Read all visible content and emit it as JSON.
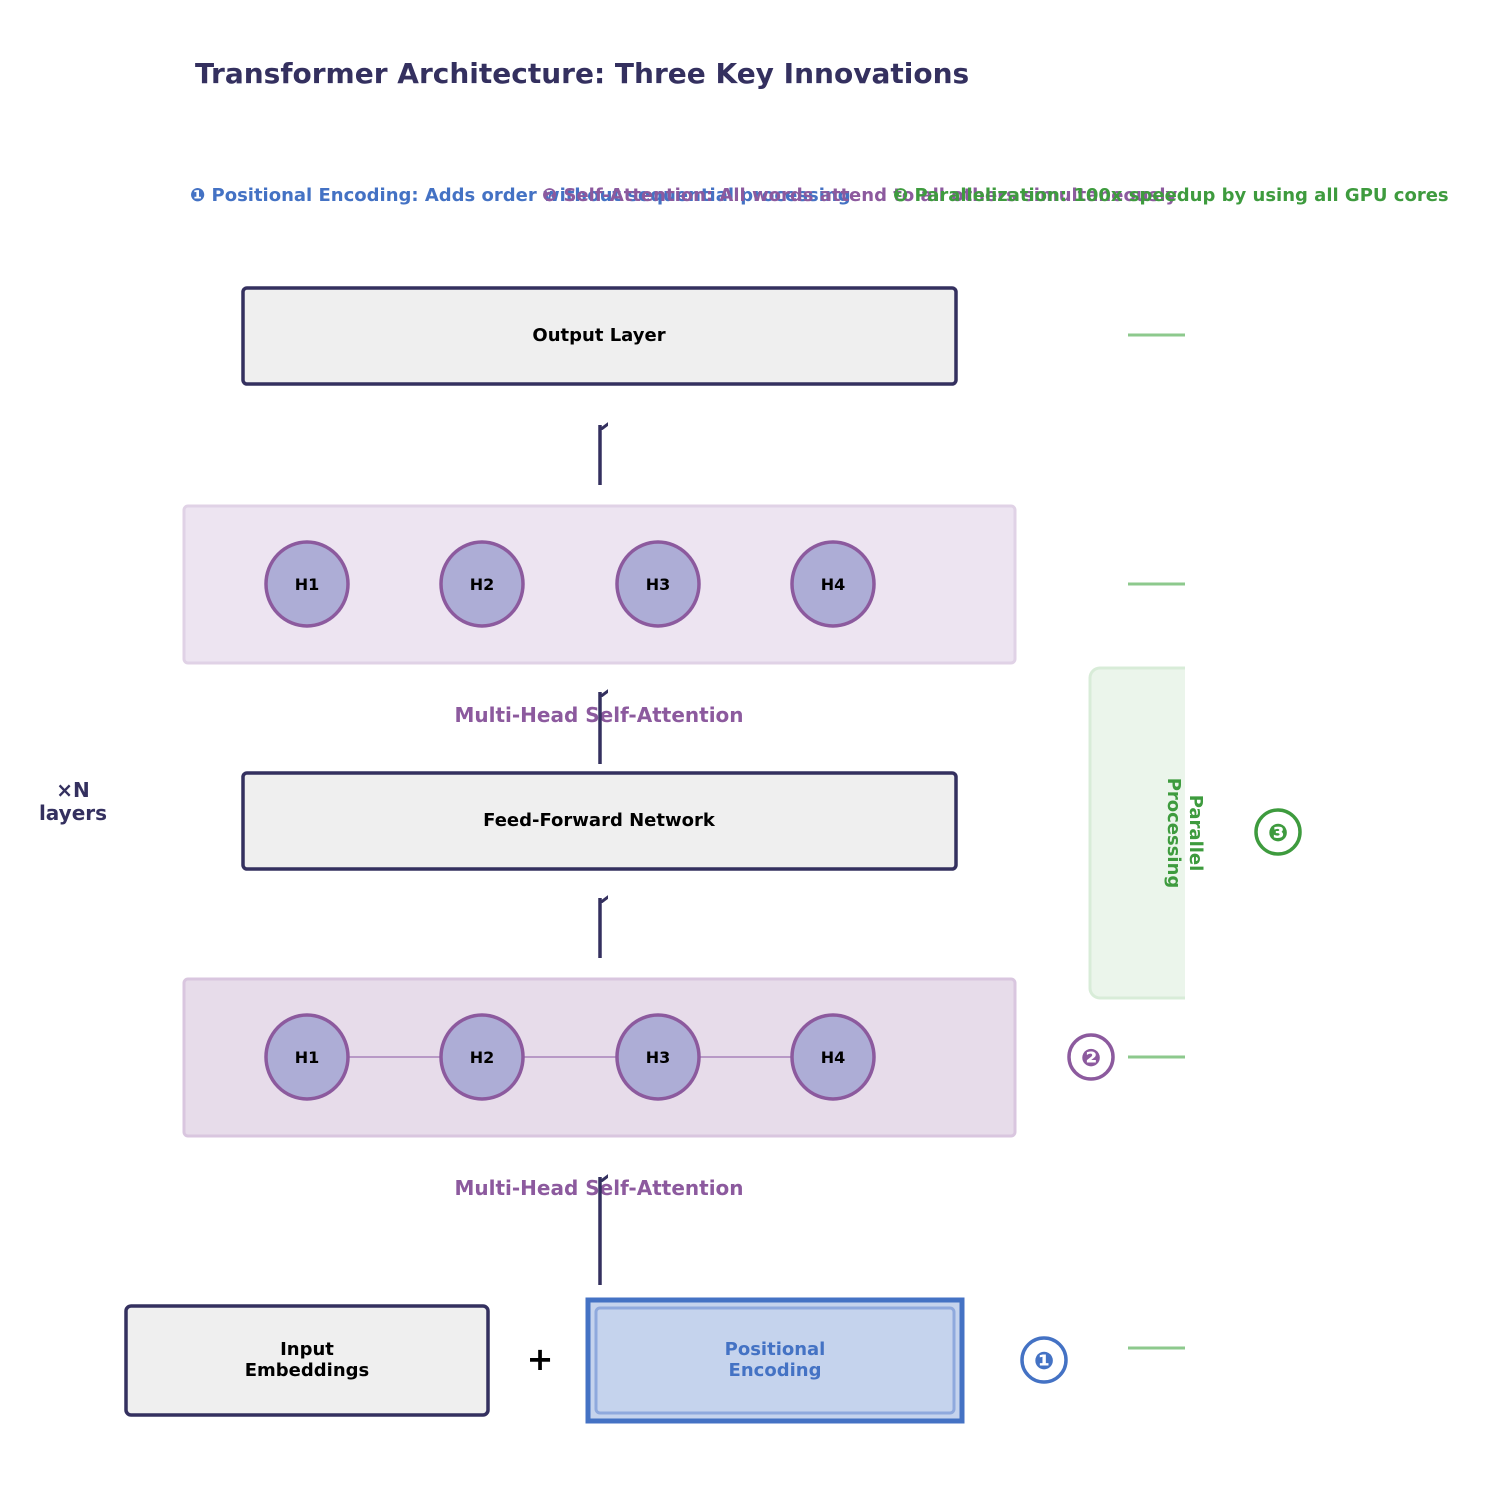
{
  "title": "Transformer Architecture: Three Key Innovations",
  "legend": [
    {
      "text": "❶ Positional Encoding: Adds order without sequential processing",
      "color": "#4472c4"
    },
    {
      "text": "❷ Self-Attention: All words attend to all others simultaneously",
      "color": "#8c5a9e"
    },
    {
      "text": "❸ Parallelization: 100x speedup by using all GPU cores",
      "color": "#3e9b3e"
    }
  ],
  "layers": {
    "output": "Output Layer",
    "ffn": "Feed-Forward Network",
    "attention_label": "Multi-Head Self-Attention",
    "heads": [
      "H1",
      "H2",
      "H3",
      "H4"
    ],
    "input_embeddings": "Input\nEmbeddings",
    "plus": "+",
    "positional_encoding": "Positional\nEncoding"
  },
  "repeat_label": "×N\nlayers",
  "parallel_label": "Parallel\nProcessing",
  "badges": {
    "one": "❶",
    "two": "❷",
    "three": "❸"
  },
  "colors": {
    "navy": "#34305f",
    "blue": "#4472c4",
    "purple": "#8c5a9e",
    "green": "#3e9b3e",
    "box_fill": "#efefef",
    "head_fill": "#adadd6",
    "attention_bg": "#ede4f1",
    "attention_bg_active": "#e7dcea",
    "pe_fill": "#c5d3ed",
    "parallel_fill": "#ebf5eb"
  }
}
